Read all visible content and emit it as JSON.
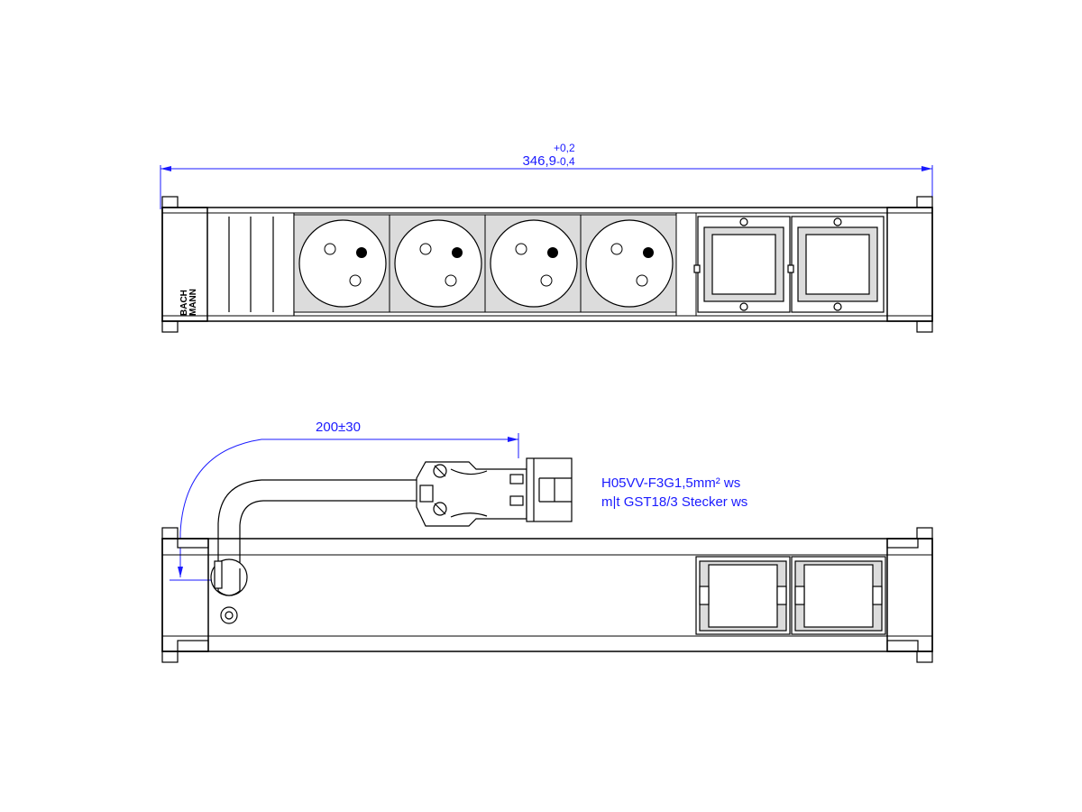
{
  "top_view": {
    "width_dimension": "346,9",
    "tolerance_upper": "+0,2",
    "tolerance_lower": "-0,4",
    "brand_line1": "BACH",
    "brand_line2": "MANN"
  },
  "side_view": {
    "cable_length_dimension": "200±30",
    "cable_spec_line1": "H05VV-F3G1,5mm² ws",
    "cable_spec_line2": "m|t GST18/3  Stecker ws"
  },
  "colors": {
    "dimension": "#1a1aff",
    "line": "#000000",
    "panel_fill": "#dcdcdc"
  },
  "icons": {
    "socket": "french-socket-icon",
    "data_module": "keystone-module-icon",
    "connector": "gst18-plug-icon"
  }
}
